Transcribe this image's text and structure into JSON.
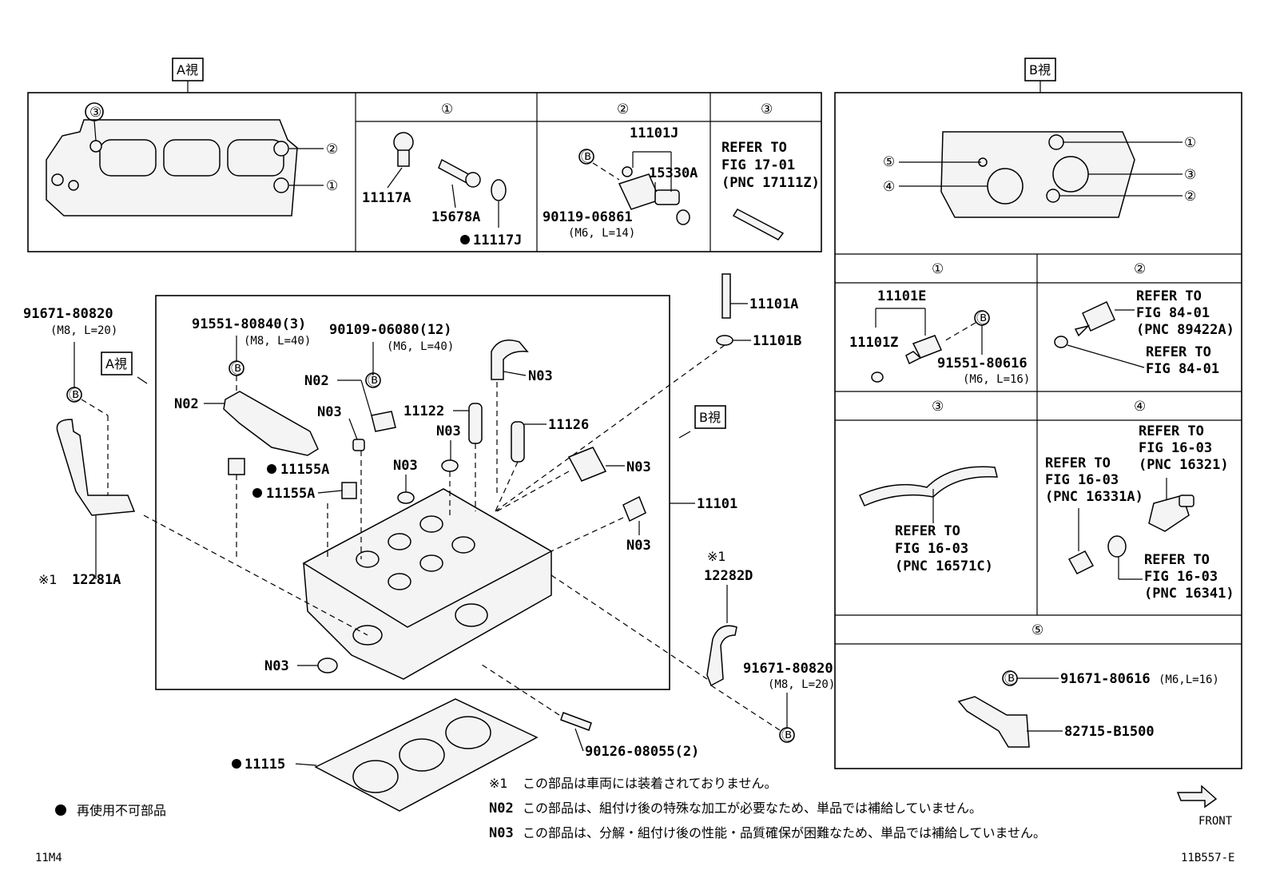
{
  "views": {
    "a": "A視",
    "b": "B視"
  },
  "circled": {
    "c1": "①",
    "c2": "②",
    "c3": "③",
    "c4": "④",
    "c5": "⑤",
    "b": "Ⓑ"
  },
  "a_section": {
    "p1": {
      "p11117a": "11117A",
      "p15678a": "15678A",
      "p11117j": "11117J"
    },
    "p2": {
      "p11101j": "11101J",
      "p15330a": "15330A",
      "bolt": "90119-06861",
      "bolt_spec": "(M6, L=14)"
    },
    "p3": {
      "r1": "REFER TO",
      "r2": "FIG 17-01",
      "r3": "(PNC 17111Z)"
    }
  },
  "b_section": {
    "p1": {
      "p11101e": "11101E",
      "p11101z": "11101Z",
      "bolt": "91551-80616",
      "bolt_spec": "(M6, L=16)"
    },
    "p2": {
      "r1": "REFER TO",
      "r2": "FIG 84-01",
      "r3": "(PNC 89422A)",
      "r4": "REFER TO",
      "r5": "FIG 84-01"
    },
    "p3": {
      "r1": "REFER TO",
      "r2": "FIG 16-03",
      "r3": "(PNC 16571C)"
    },
    "p4": {
      "ra1": "REFER TO",
      "ra2": "FIG 16-03",
      "ra3": "(PNC 16321)",
      "rb1": "REFER TO",
      "rb2": "FIG 16-03",
      "rb3": "(PNC 16331A)",
      "rc1": "REFER TO",
      "rc2": "FIG 16-03",
      "rc3": "(PNC 16341)"
    },
    "p5": {
      "bolt": "91671-80616",
      "bolt_spec": "(M6,L=16)",
      "bracket": "82715-B1500"
    }
  },
  "main": {
    "bolt_left": "91671-80820",
    "bolt_left_spec": "(M8, L=20)",
    "bolt_mid": "91551-80840(3)",
    "bolt_mid_spec": "(M8, L=40)",
    "bolt_small": "90109-06080(12)",
    "bolt_small_spec": "(M6, L=40)",
    "n02": "N02",
    "n03": "N03",
    "p11155a": "11155A",
    "p11122": "11122",
    "p11126": "11126",
    "p11101a": "11101A",
    "p11101b": "11101B",
    "p11101": "11101",
    "p12281a": "12281A",
    "p12282d": "12282D",
    "mark1": "※1",
    "bolt_right": "91671-80820",
    "bolt_right_spec": "(M8, L=20)",
    "stud": "90126-08055(2)",
    "gasket": "11115"
  },
  "notes": {
    "n1_mark": "※1",
    "n1": "この部品は車両には装着されておりません。",
    "n2_mark": "N02",
    "n2": "この部品は、組付け後の特殊な加工が必要なため、単品では補給していません。",
    "n3_mark": "N03",
    "n3": "この部品は、分解・組付け後の性能・品質確保が困難なため、単品では補給していません。",
    "legend": "再使用不可部品"
  },
  "footer": {
    "left": "11M4",
    "right": "11B557-E",
    "front": "FRONT"
  }
}
